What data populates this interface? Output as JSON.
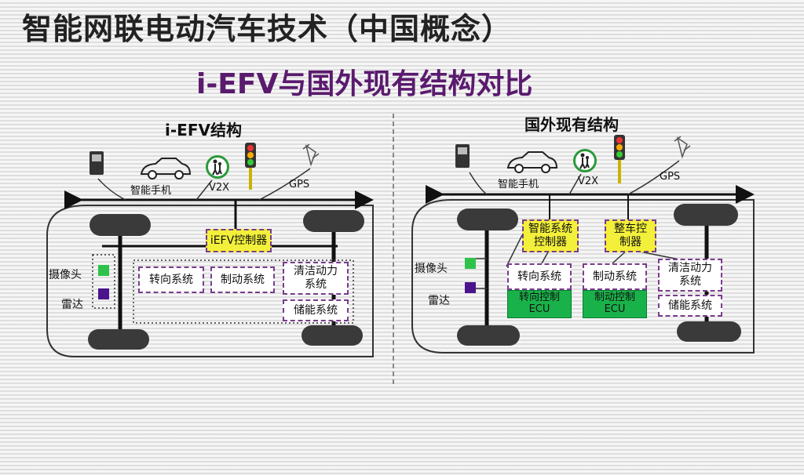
{
  "header": {
    "title": "智能网联电动汽车技术（中国概念）",
    "subtitle": "i-EFV与国外现有结构对比"
  },
  "left": {
    "title": "i-EFV结构",
    "phone_label": "智能手机",
    "v2x_label": "V2X",
    "gps_label": "GPS",
    "controller": "iEFV控制器",
    "camera": "摄像头",
    "radar": "雷达",
    "steering": "转向系统",
    "braking": "制动系统",
    "clean_power": "清洁动力\n系统",
    "storage": "储能系统"
  },
  "right": {
    "title": "国外现有结构",
    "phone_label": "智能手机",
    "v2x_label": "V2X",
    "gps_label": "GPS",
    "smart_controller": "智能系统\n控制器",
    "vehicle_controller": "整车控\n制器",
    "camera": "摄像头",
    "radar": "雷达",
    "steering": "转向系统",
    "braking": "制动系统",
    "clean_power": "清洁动力\n系统",
    "storage": "储能系统",
    "steering_ecu": "转向控制\nECU",
    "braking_ecu": "制动控制\nECU"
  },
  "colors": {
    "camera": "#2fc24a",
    "radar": "#4a148c",
    "controller_yellow": "#f2f03a",
    "ecu_green": "#19b24a",
    "dash_purple": "#7a3c8c",
    "subtitle": "#5a1a6e"
  }
}
